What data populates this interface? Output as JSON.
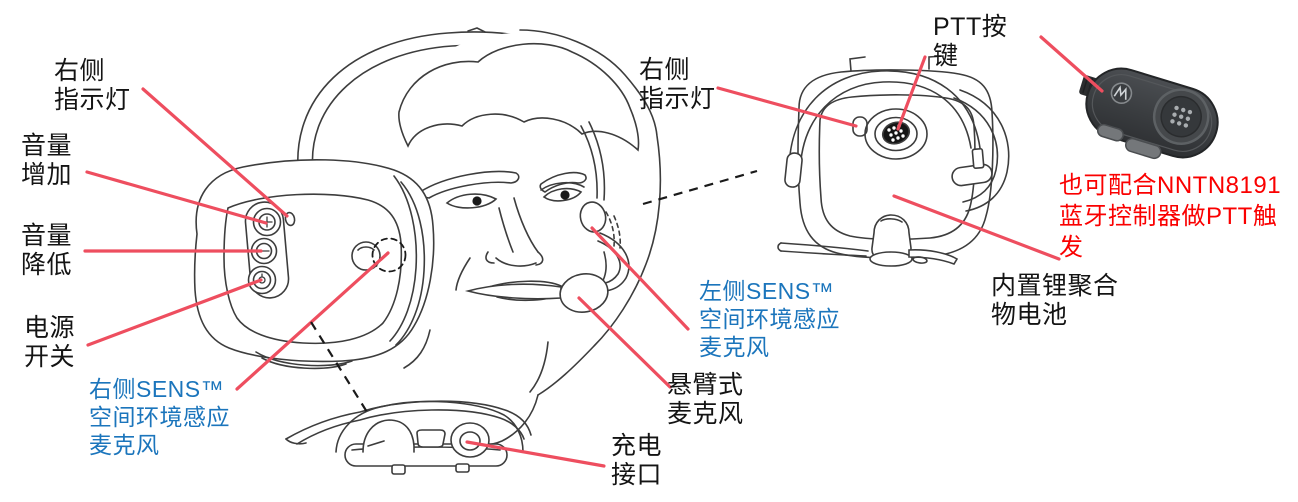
{
  "figure": {
    "type": "product-callout-diagram",
    "views": {
      "front": "headset-worn-on-head-line-drawing",
      "side": "earcup-side-view-line-drawing",
      "bottom": "earcup-bottom-view-line-drawing",
      "accessory": "bluetooth-ptt-controller-photo"
    }
  },
  "colors": {
    "label_text": "#141414",
    "sens_label_text": "#1B75BC",
    "note_text": "#FA0000",
    "callout_line": "#EE4E5F",
    "dashed_line": "#1A1A1A",
    "line_art": "#3D3D3D"
  },
  "icons": {
    "volume_up_button": "plus-circle",
    "volume_down_button": "minus-circle",
    "power_button": "power-circle",
    "indicator_led": "led-oval",
    "ptt_button": "dotted-round-button",
    "motorola_logo": "motorola-m-logo",
    "usb_port": "mini-usb-port",
    "charging_port": "round-charging-port"
  },
  "labels": {
    "right_indicator_front": "右侧\n指示灯",
    "volume_up": "音量\n增加",
    "volume_down": "音量\n降低",
    "power_switch": "电源\n开关",
    "right_sens_mic": "右侧SENS™\n空间环境感应\n麦克风",
    "right_indicator_side": "右侧\n指示灯",
    "ptt_button": "PTT按\n键",
    "bluetooth_ptt_note": "也可配合NNTN8191\n蓝牙控制器做PTT触发",
    "left_sens_mic": "左侧SENS™\n空间环境感应\n麦克风",
    "boom_mic": "悬臂式\n麦克风",
    "battery": "内置锂聚合\n物电池",
    "charging_port": "充电\n接口"
  }
}
